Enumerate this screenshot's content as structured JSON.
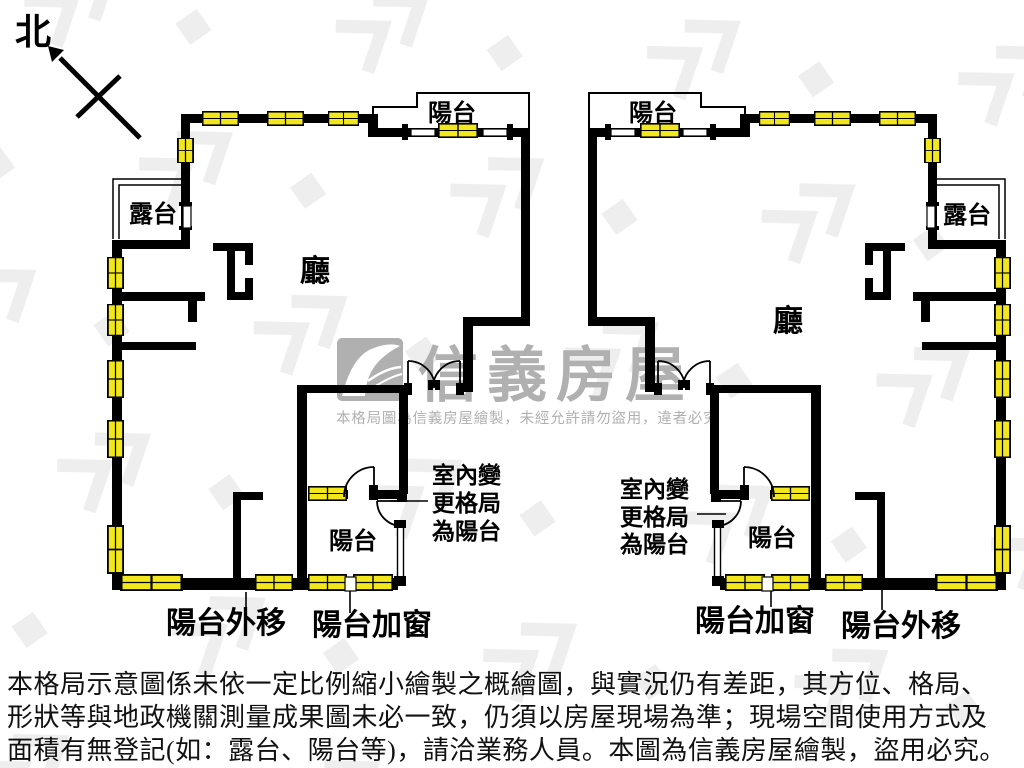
{
  "compass": {
    "label": "北"
  },
  "watermark": {
    "brand": "信義房屋",
    "notice": "本格局圖為信義房屋繪製，未經允許請勿盜用，違者必究"
  },
  "unit_left": {
    "balcony_top": "陽台",
    "terrace": "露台",
    "hall": "廳",
    "balcony_room": "陽台",
    "note_line1": "室內變",
    "note_line2": "更格局",
    "note_line3": "為陽台",
    "tag_balcony_moved": "陽台外移",
    "tag_balcony_window": "陽台加窗"
  },
  "unit_right": {
    "balcony_top": "陽台",
    "terrace": "露台",
    "hall": "廳",
    "balcony_room": "陽台",
    "note_line1": "室內變",
    "note_line2": "更格局",
    "note_line3": "為陽台",
    "tag_balcony_moved": "陽台外移",
    "tag_balcony_window": "陽台加窗"
  },
  "disclaimer": {
    "line1": "本格局示意圖係未依一定比例縮小繪製之概繪圖，與實況仍有差距，其方位、格局、",
    "line2": "形狀等與地政機關測量成果圖未必一致，仍須以房屋現場為準；現場空間使用方式及",
    "line3": "面積有無登記(如：露台、陽台等)，請洽業務人員。本圖為信義房屋繪製，盜用必究。"
  },
  "colors": {
    "wall": "#000000",
    "window_yellow": "#f2e71c",
    "watermark_gray": "#b0b0b0",
    "faint_mark": "#eeeeee"
  }
}
